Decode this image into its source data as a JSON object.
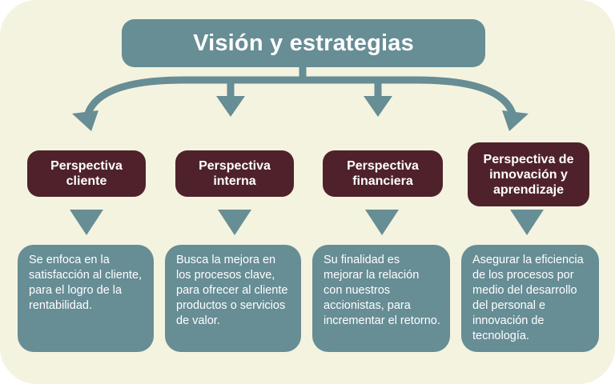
{
  "title": "Visión y estrategias",
  "colors": {
    "background": "#f4f3df",
    "teal": "#678d95",
    "maroon": "#4f222b",
    "text_light": "#ffffff"
  },
  "perspectives": [
    {
      "label": "Perspectiva cliente",
      "description": "Se enfoca en la satisfacción al cliente, para el logro de la rentabilidad."
    },
    {
      "label": "Perspectiva interna",
      "description": "Busca la mejora en los procesos clave, para ofrecer al cliente productos o servicios de valor."
    },
    {
      "label": "Perspectiva financiera",
      "description": "Su finalidad es mejorar la relación con nuestros accionistas, para incrementar el retorno."
    },
    {
      "label": "Perspectiva de innovación y aprendizaje",
      "description": "Asegurar la eficiencia de los procesos por medio del desarrollo del personal e innovación de tecnología."
    }
  ]
}
